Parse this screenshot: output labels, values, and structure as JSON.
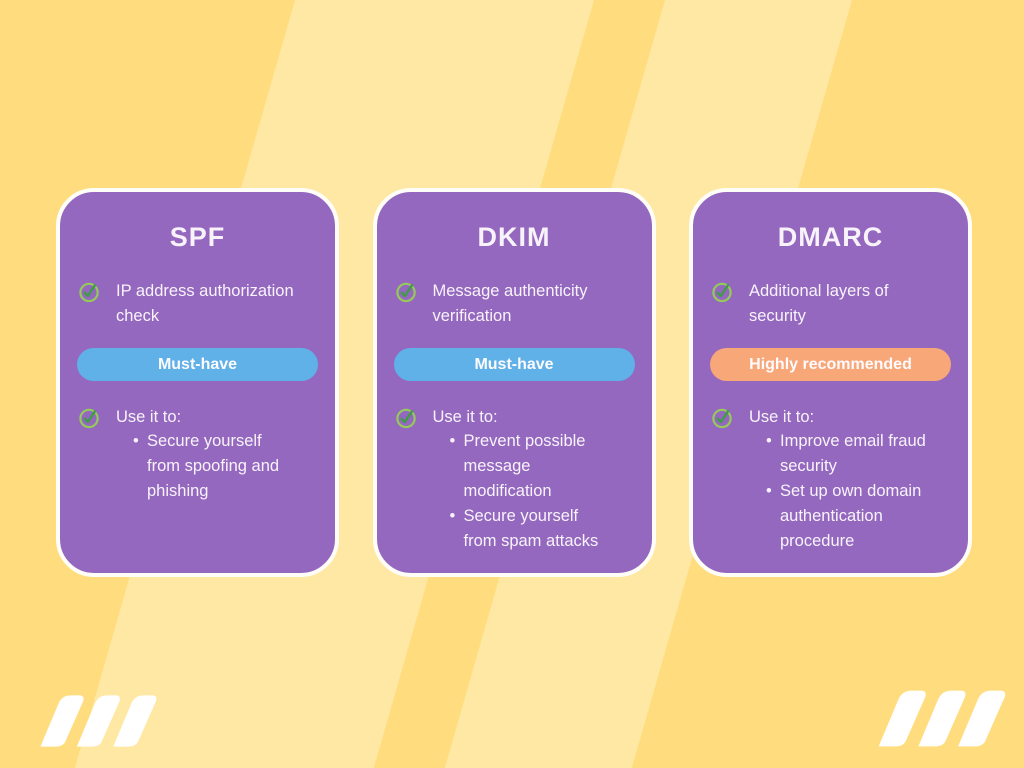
{
  "background": {
    "base_color": "#FFDD7F",
    "stripe_color": "#FFE7A4"
  },
  "colors": {
    "card_background": "#9468BF",
    "card_border": "#FFFDF7",
    "title_text": "#F8F2FB",
    "body_text": "#F8F3FB",
    "check_circle": "#95C95B",
    "check_mark": "#3E9C48",
    "badge_must_have": "#5FB1E8",
    "badge_highly_recommended": "#F8A778",
    "logo": "#FFFFFF"
  },
  "icons": {
    "check": "check-circle-icon",
    "logo": "triple-slash-logo"
  },
  "cards": [
    {
      "title": "SPF",
      "description": "IP address authorization\ncheck",
      "badge": {
        "label": "Must-have",
        "bg": "#5FB1E8"
      },
      "use_label": "Use it to:",
      "bullets": [
        "Secure yourself\nfrom spoofing and\nphishing"
      ]
    },
    {
      "title": "DKIM",
      "description": "Message authenticity\nverification",
      "badge": {
        "label": "Must-have",
        "bg": "#5FB1E8"
      },
      "use_label": "Use it to:",
      "bullets": [
        "Prevent possible\nmessage\nmodification",
        "Secure yourself\nfrom spam attacks"
      ]
    },
    {
      "title": "DMARC",
      "description": "Additional layers of\nsecurity",
      "badge": {
        "label": "Highly recommended",
        "bg": "#F8A778"
      },
      "use_label": "Use it to:",
      "bullets": [
        "Improve email fraud\nsecurity",
        "Set up own domain\nauthentication\nprocedure"
      ]
    }
  ]
}
